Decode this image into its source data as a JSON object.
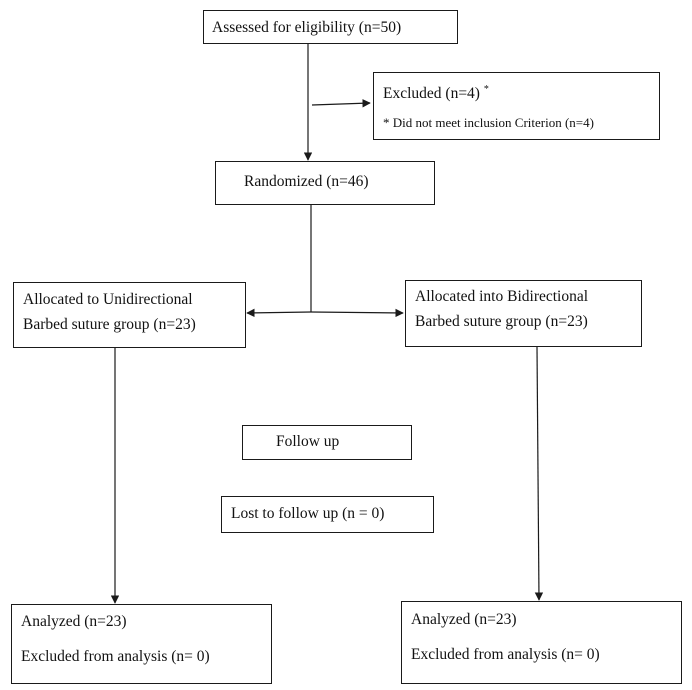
{
  "flowchart": {
    "assessed": "Assessed for eligibility (n=50)",
    "excluded": {
      "title": "Excluded (n=4)",
      "title_mark": "*",
      "reason": "* Did not meet inclusion Criterion (n=4)"
    },
    "randomized": "Randomized (n=46)",
    "allocated_unidirectional": {
      "line1": "Allocated to Unidirectional",
      "line2": "Barbed suture group (n=23)"
    },
    "allocated_bidirectional": {
      "line1": "Allocated into Bidirectional",
      "line2": "Barbed suture group (n=23)"
    },
    "follow_up": "Follow up",
    "lost_to_follow_up": "Lost to follow up (n = 0)",
    "analyzed_left": {
      "line1": "Analyzed (n=23)",
      "line2": "Excluded from analysis (n= 0)"
    },
    "analyzed_right": {
      "line1": "Analyzed (n=23)",
      "line2": "Excluded from analysis (n= 0)"
    }
  },
  "colors": {
    "line": "#1a1a1a",
    "background": "#ffffff"
  }
}
